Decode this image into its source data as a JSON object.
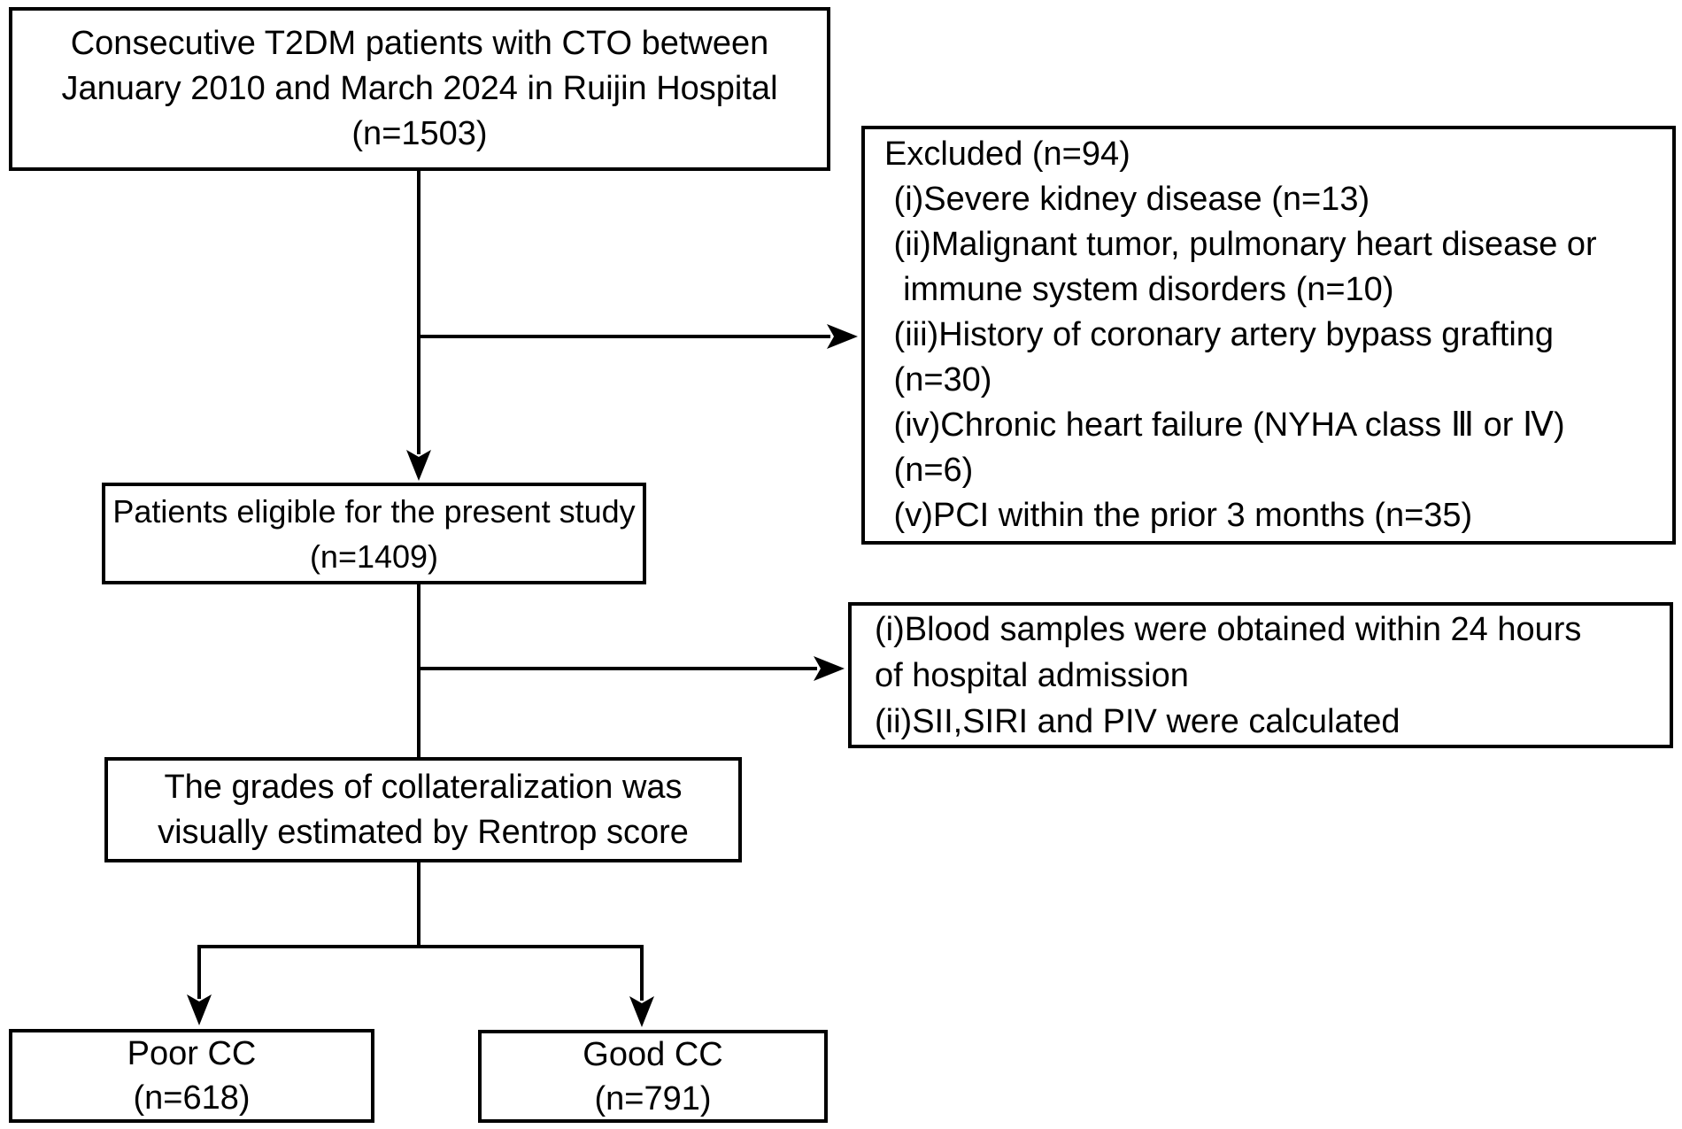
{
  "diagram": {
    "title": "Patient selection flowchart",
    "colors": {
      "line": "#000000",
      "background": "#ffffff",
      "text": "#000000"
    },
    "top_box": {
      "lines": [
        "Consecutive T2DM patients with CTO between",
        "January 2010 and March 2024 in Ruijin Hospital",
        "(n=1503)"
      ]
    },
    "excluded_box": {
      "lines": [
        "Excluded (n=94)",
        " (i)Severe kidney disease (n=13)",
        " (ii)Malignant tumor, pulmonary heart disease or",
        "  immune system disorders (n=10)",
        " (iii)History of coronary artery bypass grafting",
        " (n=30)",
        " (iv)Chronic heart failure (NYHA class Ⅲ or Ⅳ)",
        " (n=6)",
        " (v)PCI within the prior 3 months (n=35)"
      ]
    },
    "eligible_box": {
      "lines": [
        "Patients eligible for the present study",
        "(n=1409)"
      ]
    },
    "blood_box": {
      "lines": [
        "(i)Blood samples were obtained within 24 hours",
        "of hospital admission",
        "(ii)SII,SIRI and PIV were calculated"
      ]
    },
    "rentrop_box": {
      "lines": [
        "The grades of collateralization was",
        "visually estimated by Rentrop score"
      ]
    },
    "poor_box": {
      "lines": [
        "Poor CC",
        "(n=618)"
      ]
    },
    "good_box": {
      "lines": [
        "Good CC",
        "(n=791)"
      ]
    }
  }
}
